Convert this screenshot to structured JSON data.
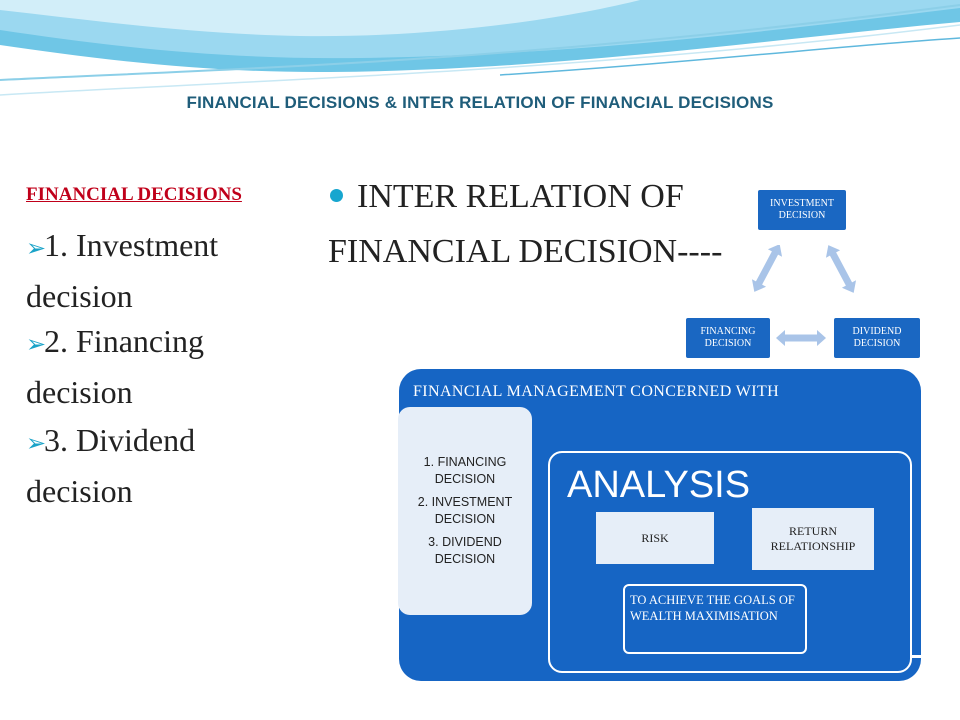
{
  "title": "FINANCIAL DECISIONS & INTER RELATION OF FINANCIAL DECISIONS",
  "left": {
    "heading": "FINANCIAL DECISIONS",
    "items": [
      {
        "line1": "1. Investment",
        "line2": "decision"
      },
      {
        "line1": "2. Financing",
        "line2": "decision"
      },
      {
        "line1": "3. Dividend",
        "line2": "decision"
      }
    ]
  },
  "inter_relation": {
    "line1": "INTER RELATION OF",
    "line2": "FINANCIAL DECISION----"
  },
  "cycle": {
    "investment": "INVESTMENT DECISION",
    "financing": "FINANCING DECISION",
    "dividend": "DIVIDEND DECISION"
  },
  "fm": {
    "heading": "FINANCIAL MANAGEMENT  CONCERNED WITH",
    "list": [
      "1. FINANCING DECISION",
      "2. INVESTMENT DECISION",
      "3. DIVIDEND DECISION"
    ],
    "analysis": {
      "label": "ANALYSIS",
      "risk": "RISK",
      "return": "RETURN RELATIONSHIP",
      "goal": "TO ACHIEVE THE GOALS OF WEALTH MAXIMISATION"
    }
  },
  "colors": {
    "title": "#1f5d7a",
    "heading_red": "#c0001a",
    "accent_blue": "#1665c4",
    "bullet_cyan": "#17a6cf",
    "arrow_light": "#a9c4e8"
  }
}
